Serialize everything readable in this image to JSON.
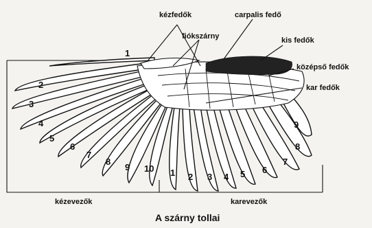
{
  "labels": {
    "kezfedok": "kézfedők",
    "carpalis": "carpalis fedő",
    "fiokszarny": "fiókszárny",
    "kisfedok": "kis fedők",
    "kozepsofedok": "középső fedők",
    "karfedok": "kar fedők",
    "kezevezok": "kézevezők",
    "karevezok": "karevezők",
    "caption": "A szárny tollai"
  },
  "primary_numbers": [
    "1",
    "2",
    "3",
    "4",
    "5",
    "6",
    "7",
    "8",
    "9",
    "10"
  ],
  "secondary_numbers": [
    "1",
    "2",
    "3",
    "4",
    "5",
    "6",
    "7",
    "8",
    "9"
  ]
}
